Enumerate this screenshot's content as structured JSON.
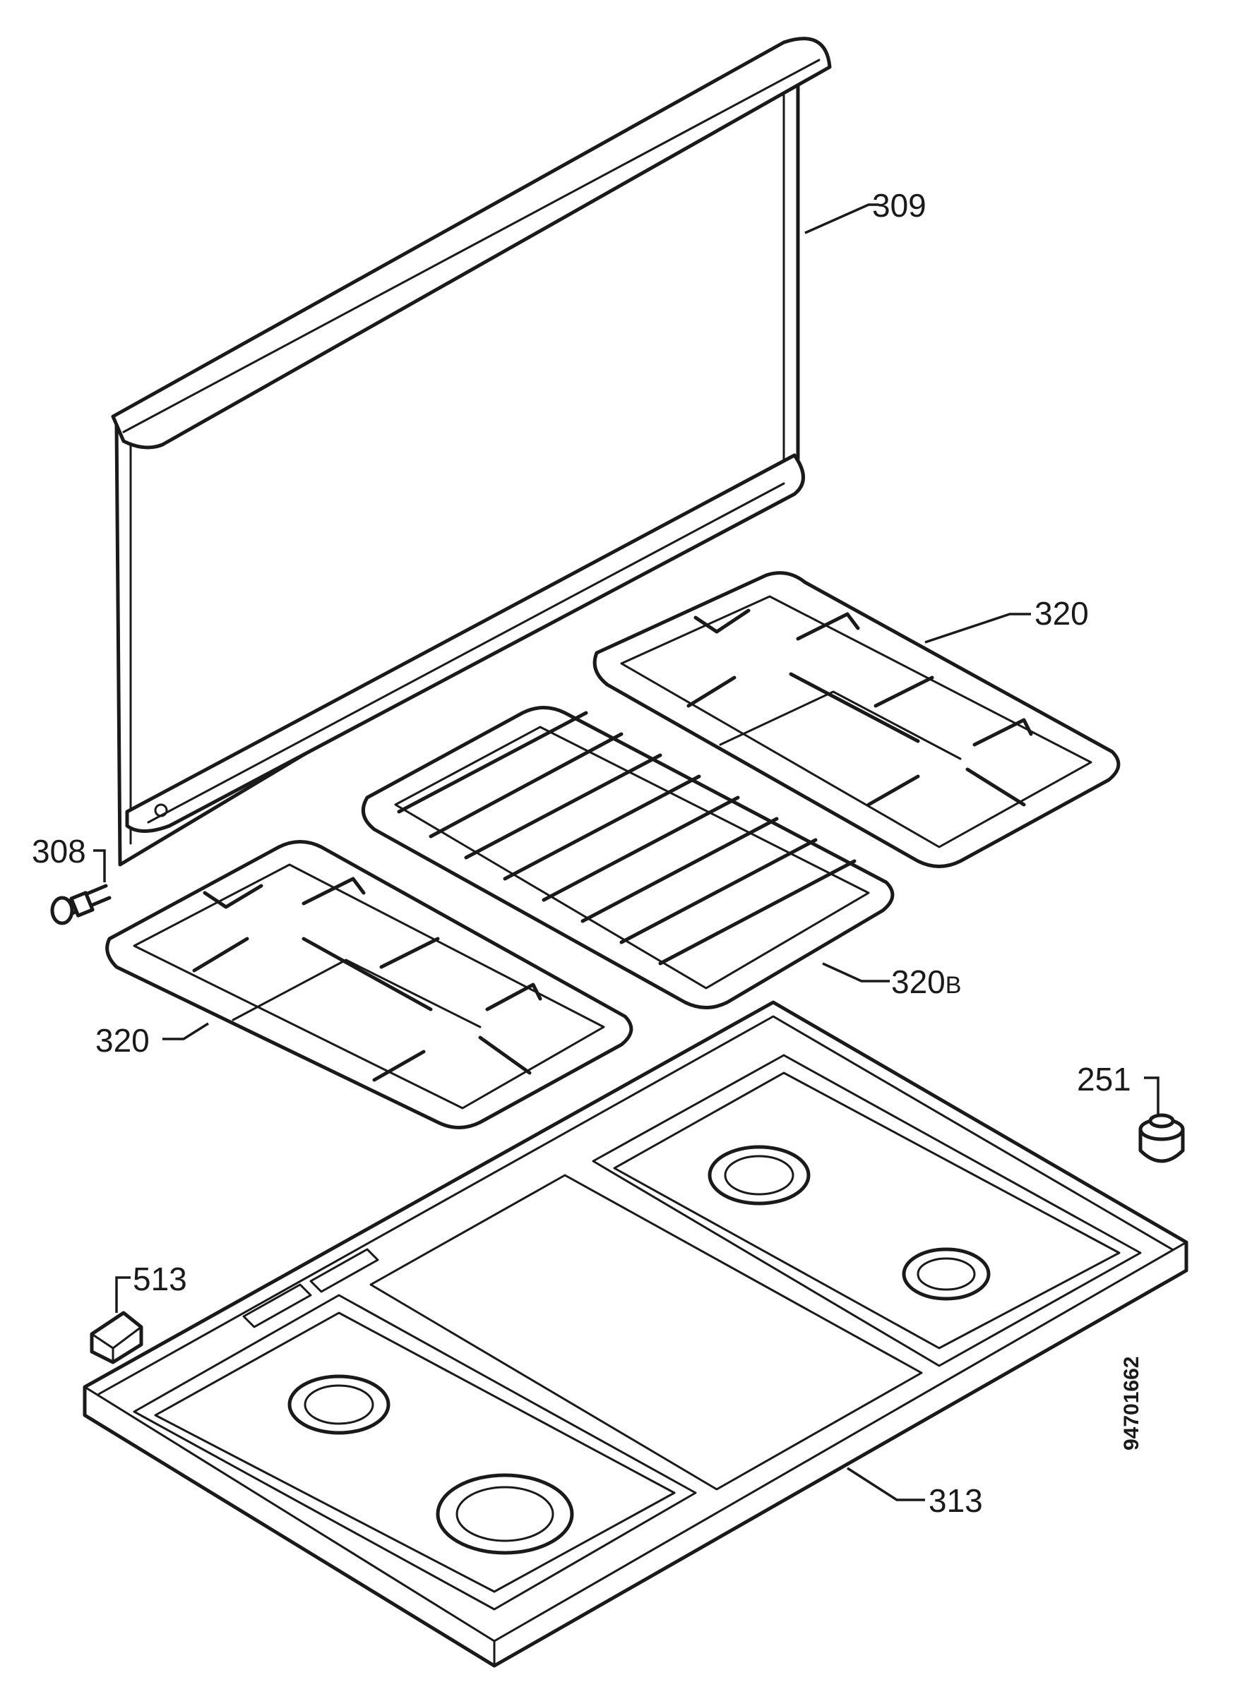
{
  "callouts": {
    "splash_panel": "309",
    "right_grate": "320",
    "left_grate": "320",
    "center_grate": "320",
    "center_grate_suffix": "B",
    "screw": "308",
    "foot": "251",
    "clip": "513",
    "hob_top": "313"
  },
  "document_number": "94701662"
}
